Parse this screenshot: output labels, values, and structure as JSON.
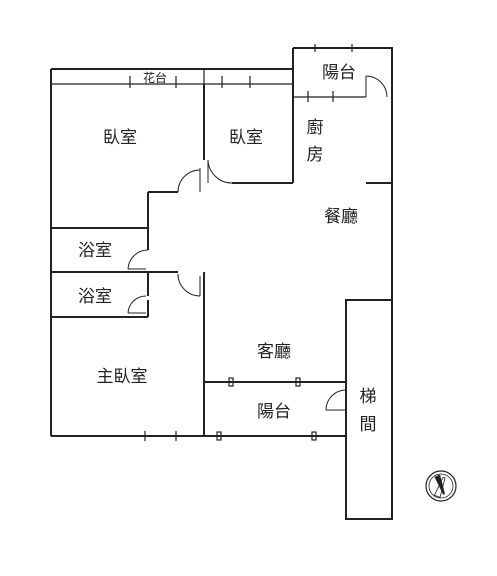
{
  "rooms": {
    "balcony_top": "陽台",
    "planter": "花台",
    "bedroom_1": "臥室",
    "bedroom_2": "臥室",
    "kitchen_line1": "廚",
    "kitchen_line2": "房",
    "dining": "餐廳",
    "bath_1": "浴室",
    "bath_2": "浴室",
    "master_bedroom": "主臥室",
    "living": "客廳",
    "balcony_bottom": "陽台",
    "stair_line1": "梯",
    "stair_line2": "間"
  },
  "icons": {
    "compass": "compass-icon"
  }
}
